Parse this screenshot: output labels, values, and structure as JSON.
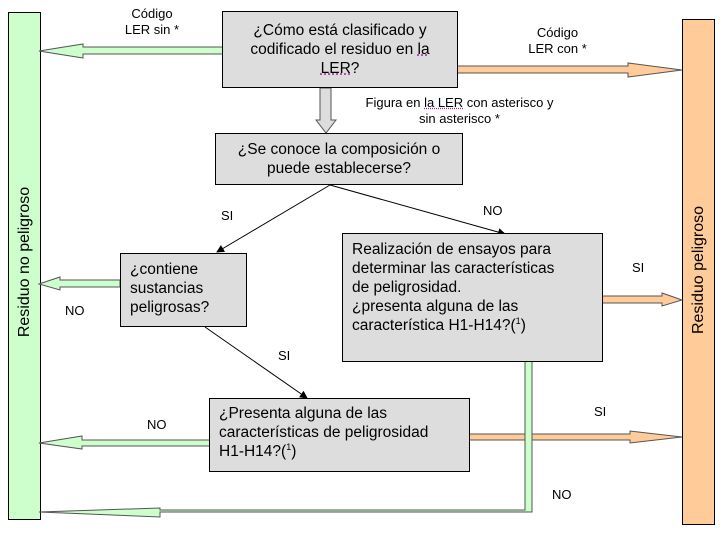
{
  "diagram": {
    "left_column": {
      "label": "Residuo no peligroso",
      "color": "#ccffcc"
    },
    "right_column": {
      "label": "Residuo peligroso",
      "color": "#ffcc99"
    },
    "nodes": {
      "q1": {
        "text_line1": "¿Cómo está clasificado y",
        "text_line2_pre": "codificado el residuo en ",
        "text_line2_link": "la",
        "text_line3_link": "LER",
        "text_line3_post": "?"
      },
      "q2": {
        "text_line1": "¿Se conoce la composición o",
        "text_line2": "puede establecerse?"
      },
      "q3": {
        "text_line1": "¿contiene",
        "text_line2": "sustancias",
        "text_line3": "peligrosas?"
      },
      "q4": {
        "text_line1": "Realización de ensayos para",
        "text_line2": "determinar las características",
        "text_line3": "de peligrosidad.",
        "text_line4": "¿presenta alguna de las",
        "text_line5_pre": "característica H1-H14?(",
        "text_line5_sup": "1",
        "text_line5_post": ")"
      },
      "q5": {
        "text_line1": "¿Presenta alguna de las",
        "text_line2": "características de peligrosidad",
        "text_line3_pre": "H1-H14?(",
        "text_line3_sup": "1",
        "text_line3_post": ")"
      }
    },
    "edge_labels": {
      "ler_sin_line1": "Código",
      "ler_sin_line2": "LER sin *",
      "ler_con_line1": "Código",
      "ler_con_line2": "LER con *",
      "figura_line1_pre": "Figura en ",
      "figura_line1_link": "la LER",
      "figura_line1_post": " con asterisco y",
      "figura_line2": "sin asterisco *",
      "q2_si": "SI",
      "q2_no": "NO",
      "q3_no": "NO",
      "q3_si": "SI",
      "q4_si": "SI",
      "q5_no": "NO",
      "q5_si": "SI",
      "q4_no": "NO"
    },
    "colors": {
      "box_fill": "#dddddd",
      "green_arrow": "#ccffcc",
      "orange_arrow": "#ffcc99",
      "gray_arrow": "#dddddd"
    }
  }
}
